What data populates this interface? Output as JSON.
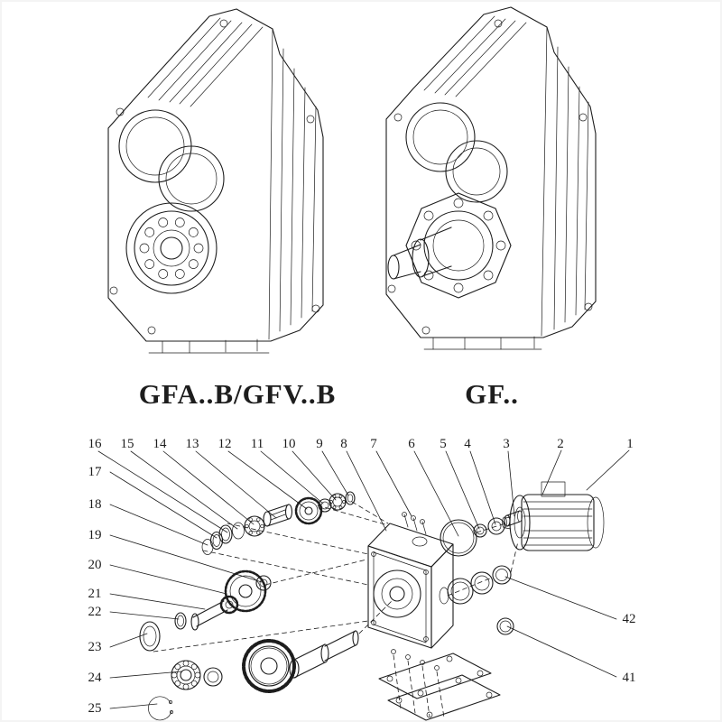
{
  "document": {
    "type_label_left": "GFA..B/GFV..B",
    "type_label_right": "GF.."
  },
  "exploded": {
    "callouts_top": [
      "16",
      "15",
      "14",
      "13",
      "12",
      "11",
      "10",
      "9",
      "8",
      "7",
      "6",
      "5",
      "4",
      "3",
      "2",
      "1"
    ],
    "callouts_left": [
      "17",
      "18",
      "19",
      "20",
      "21",
      "22",
      "23",
      "24",
      "25"
    ],
    "callouts_right": [
      "42",
      "41"
    ]
  },
  "colors": {
    "ink": "#1d1d1d",
    "paper": "#ffffff"
  }
}
